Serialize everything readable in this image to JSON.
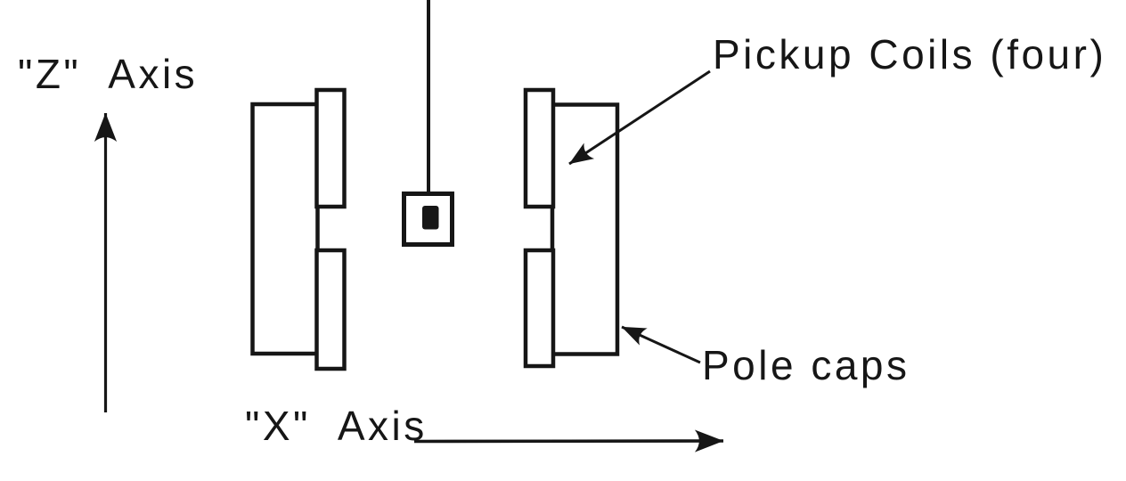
{
  "figure": {
    "background_color": "#ffffff",
    "ink_color": "#161616",
    "labels": {
      "z_axis": "\"Z\"  Axis",
      "x_axis": "\"X\"  Axis",
      "pickup_coils": "Pickup Coils (four)",
      "pole_caps": "Pole caps"
    },
    "components": {
      "pole_caps_count": 2,
      "pickup_coils_count": 4,
      "sample": "small black sample inside holder hanging from vertical rod"
    }
  }
}
